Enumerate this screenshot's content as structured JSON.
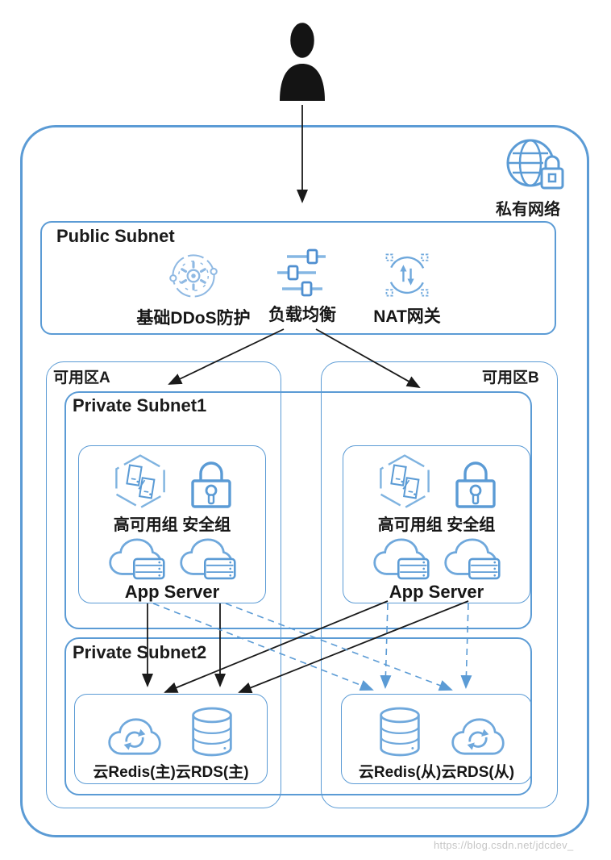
{
  "watermark": "https://blog.csdn.net/jdcdev_",
  "network": {
    "label": "私有网络",
    "icon": "globe-lock-icon"
  },
  "user": {
    "icon": "user-icon"
  },
  "public_subnet": {
    "title": "Public Subnet",
    "items": [
      {
        "label": "基础DDoS防护",
        "icon": "ddos-protection-icon"
      },
      {
        "label": "负载均衡",
        "icon": "load-balancer-icon"
      },
      {
        "label": "NAT网关",
        "icon": "nat-gateway-icon"
      }
    ]
  },
  "zones": [
    {
      "label": "可用区A"
    },
    {
      "label": "可用区B"
    }
  ],
  "private_subnet1": {
    "title": "Private Subnet1",
    "groups": [
      {
        "ha_label": "高可用组",
        "sg_label": "安全组",
        "server_label": "App Server"
      },
      {
        "ha_label": "高可用组",
        "sg_label": "安全组",
        "server_label": "App Server"
      }
    ]
  },
  "private_subnet2": {
    "title": "Private Subnet2",
    "groups": [
      {
        "items": [
          {
            "label": "云Redis(主)",
            "icon": "cloud-redis-icon"
          },
          {
            "label": "云RDS(主)",
            "icon": "rds-database-icon"
          }
        ]
      },
      {
        "items": [
          {
            "label": "云Redis(从)",
            "icon": "rds-database-icon"
          },
          {
            "label": "云RDS(从)",
            "icon": "cloud-redis-icon"
          }
        ]
      }
    ]
  },
  "colors": {
    "box_border": "#5B9BD5",
    "icon_blue": "#5B9BD5",
    "icon_blue_light": "#8FB9E3",
    "arrow_black": "#1a1a1a",
    "arrow_blue": "#5B9BD5",
    "text": "#1f1f1f",
    "watermark": "#c6c6c6"
  }
}
